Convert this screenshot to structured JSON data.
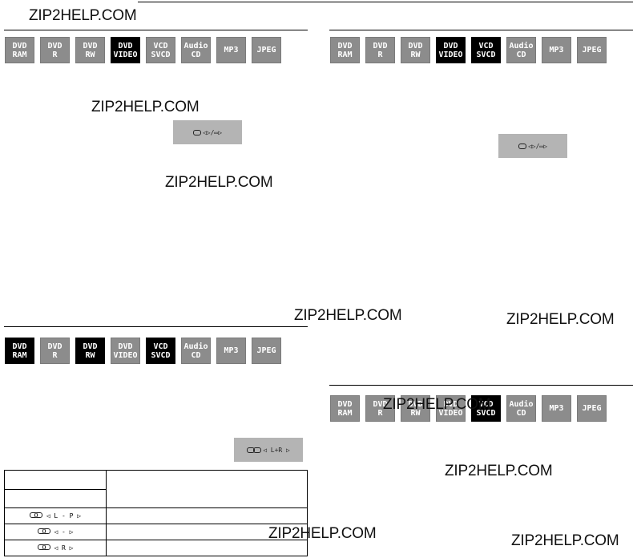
{
  "watermark": "ZIP2HELP.COM",
  "panels": [
    {
      "id": "top-left",
      "badges": [
        {
          "line1": "DVD",
          "line2": "RAM",
          "active": false
        },
        {
          "line1": "DVD",
          "line2": "R",
          "active": false
        },
        {
          "line1": "DVD",
          "line2": "RW",
          "active": false
        },
        {
          "line1": "DVD",
          "line2": "VIDEO",
          "active": true
        },
        {
          "line1": "VCD",
          "line2": "SVCD",
          "active": false
        },
        {
          "line1": "Audio",
          "line2": "CD",
          "active": false
        },
        {
          "line1": "MP3",
          "line2": "",
          "active": false
        },
        {
          "line1": "JPEG",
          "line2": "",
          "active": false
        }
      ],
      "osd_text": "◁▷/▭▷"
    },
    {
      "id": "top-right",
      "badges": [
        {
          "line1": "DVD",
          "line2": "RAM",
          "active": false
        },
        {
          "line1": "DVD",
          "line2": "R",
          "active": false
        },
        {
          "line1": "DVD",
          "line2": "RW",
          "active": false
        },
        {
          "line1": "DVD",
          "line2": "VIDEO",
          "active": true
        },
        {
          "line1": "VCD",
          "line2": "SVCD",
          "active": true
        },
        {
          "line1": "Audio",
          "line2": "CD",
          "active": false
        },
        {
          "line1": "MP3",
          "line2": "",
          "active": false
        },
        {
          "line1": "JPEG",
          "line2": "",
          "active": false
        }
      ],
      "osd_text": "◁▷/▭▷"
    },
    {
      "id": "bottom-left",
      "badges": [
        {
          "line1": "DVD",
          "line2": "RAM",
          "active": true
        },
        {
          "line1": "DVD",
          "line2": "R",
          "active": false
        },
        {
          "line1": "DVD",
          "line2": "RW",
          "active": true
        },
        {
          "line1": "DVD",
          "line2": "VIDEO",
          "active": false
        },
        {
          "line1": "VCD",
          "line2": "SVCD",
          "active": true
        },
        {
          "line1": "Audio",
          "line2": "CD",
          "active": false
        },
        {
          "line1": "MP3",
          "line2": "",
          "active": false
        },
        {
          "line1": "JPEG",
          "line2": "",
          "active": false
        }
      ],
      "osd_text": "◁ L+R ▷"
    },
    {
      "id": "bottom-right",
      "badges": [
        {
          "line1": "DVD",
          "line2": "RAM",
          "active": false
        },
        {
          "line1": "DVD",
          "line2": "R",
          "active": false
        },
        {
          "line1": "DVD",
          "line2": "RW",
          "active": false
        },
        {
          "line1": "DVD",
          "line2": "VIDEO",
          "active": false
        },
        {
          "line1": "VCD",
          "line2": "SVCD",
          "active": true
        },
        {
          "line1": "Audio",
          "line2": "CD",
          "active": false
        },
        {
          "line1": "MP3",
          "line2": "",
          "active": false
        },
        {
          "line1": "JPEG",
          "line2": "",
          "active": false
        }
      ]
    }
  ],
  "table": {
    "rows": [
      {
        "osd": "◁ L - P ▷"
      },
      {
        "osd": "◁ - ▷"
      },
      {
        "osd": "◁ R ▷"
      }
    ]
  }
}
